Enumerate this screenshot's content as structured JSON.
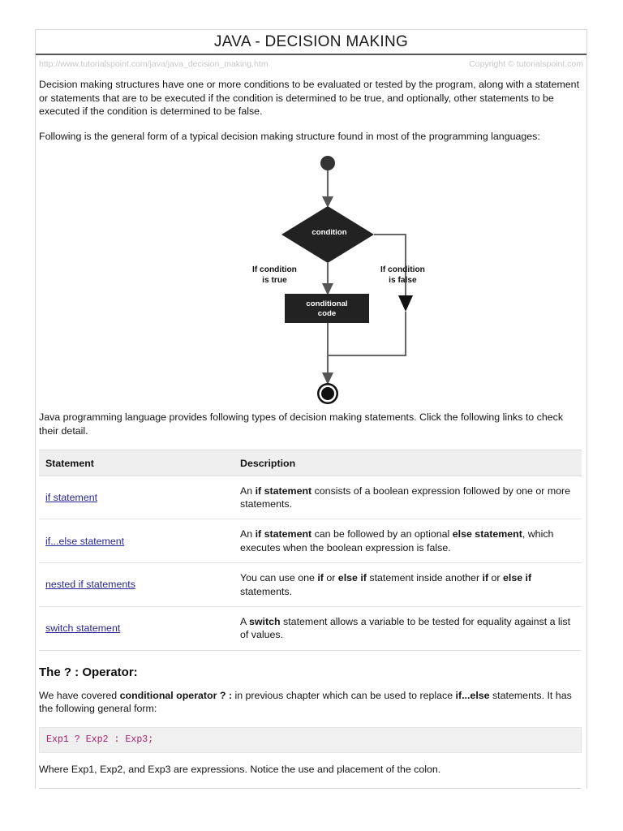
{
  "header": {
    "title": "JAVA - DECISION MAKING",
    "url": "http://www.tutorialspoint.com/java/java_decision_making.htm",
    "copyright": "Copyright © tutorialspoint.com"
  },
  "intro": {
    "paragraph1": "Decision making structures have one or more conditions to be evaluated or tested by the program, along with a statement or statements that are to be executed if the condition is determined to be true, and optionally, other statements to be executed if the condition is determined to be false.",
    "paragraph2": "Following is the general form of a typical decision making structure found in most of the programming languages:"
  },
  "flowchart": {
    "condition_node": "condition",
    "code_node_line1": "conditional",
    "code_node_line2": "code",
    "true_label_line1": "If condition",
    "true_label_line2": "is true",
    "false_label_line1": "If condition",
    "false_label_line2": "is false",
    "node_fill": "#222222",
    "line_color": "#555555"
  },
  "links_intro": "Java programming language provides following types of decision making statements. Click the following links to check their detail.",
  "table": {
    "headers": [
      "Statement",
      "Description"
    ],
    "rows": [
      {
        "statement": "if statement",
        "desc_parts": [
          {
            "t": "An ",
            "b": false
          },
          {
            "t": "if statement",
            "b": true
          },
          {
            "t": " consists of a boolean expression followed by one or more statements.",
            "b": false
          }
        ]
      },
      {
        "statement": "if...else statement",
        "desc_parts": [
          {
            "t": "An ",
            "b": false
          },
          {
            "t": "if statement",
            "b": true
          },
          {
            "t": " can be followed by an optional ",
            "b": false
          },
          {
            "t": "else statement",
            "b": true
          },
          {
            "t": ", which executes when the boolean expression is false.",
            "b": false
          }
        ]
      },
      {
        "statement": "nested if statements",
        "desc_parts": [
          {
            "t": "You can use one ",
            "b": false
          },
          {
            "t": "if",
            "b": true
          },
          {
            "t": " or ",
            "b": false
          },
          {
            "t": "else if",
            "b": true
          },
          {
            "t": " statement inside another ",
            "b": false
          },
          {
            "t": "if",
            "b": true
          },
          {
            "t": " or ",
            "b": false
          },
          {
            "t": "else if",
            "b": true
          },
          {
            "t": " statements.",
            "b": false
          }
        ]
      },
      {
        "statement": "switch statement",
        "desc_parts": [
          {
            "t": "A ",
            "b": false
          },
          {
            "t": "switch",
            "b": true
          },
          {
            "t": " statement allows a variable to be tested for equality against a list of values.",
            "b": false
          }
        ]
      }
    ]
  },
  "operator_section": {
    "heading": "The ? : Operator:",
    "paragraph_parts": [
      {
        "t": "We have covered ",
        "b": false
      },
      {
        "t": "conditional operator ? :",
        "b": true
      },
      {
        "t": " in previous chapter which can be used to replace ",
        "b": false
      },
      {
        "t": "if...else",
        "b": true
      },
      {
        "t": " statements. It has the following general form:",
        "b": false
      }
    ],
    "code": "Exp1 ? Exp2 : Exp3;",
    "code_color": "#a3246c",
    "closing": "Where Exp1, Exp2, and Exp3 are expressions. Notice the use and placement of the colon."
  }
}
